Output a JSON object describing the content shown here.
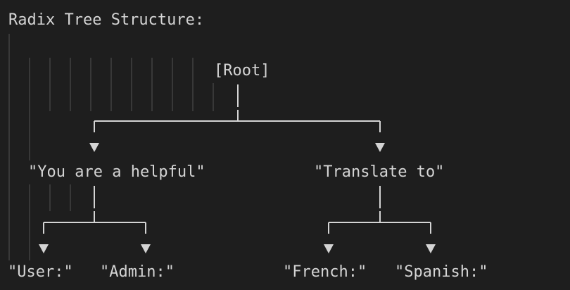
{
  "title": "Radix Tree Structure:",
  "nodes": {
    "root": "[Root]",
    "left": "\"You are a helpful\"",
    "right": "\"Translate to\"",
    "user": "\"User:\"",
    "admin": "\"Admin:\"",
    "french": "\"French:\"",
    "spanish": "\"Spanish:\""
  },
  "arrow_glyph": "▼",
  "colors": {
    "background": "#1e1e1e",
    "text": "#d4d4d4",
    "indent_guide": "#404040"
  }
}
